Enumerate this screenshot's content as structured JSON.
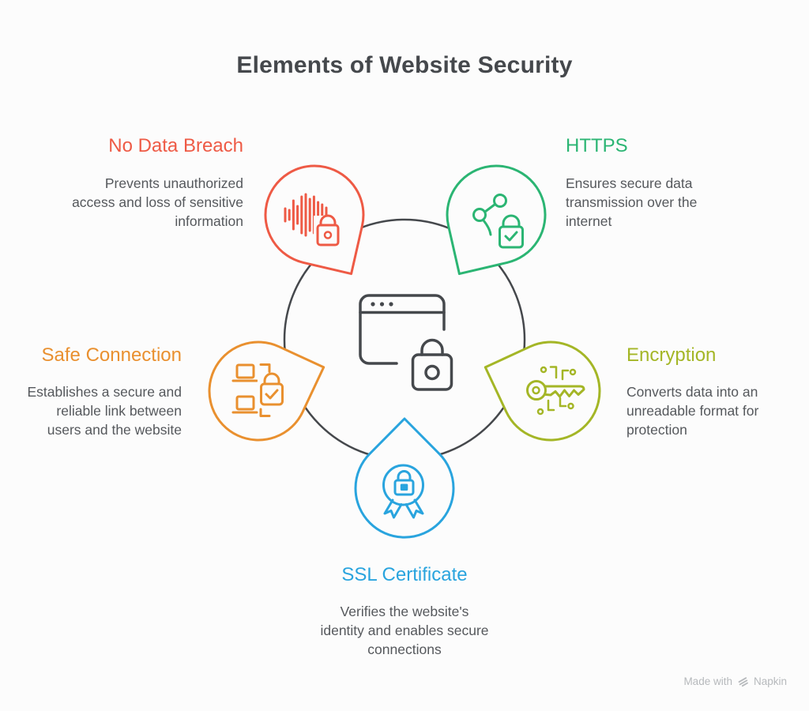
{
  "title": "Elements of Website Security",
  "colors": {
    "background": "#fcfcfc",
    "dark": "#45484c",
    "text": "#55585c",
    "muted": "#b6b9bc",
    "red": "#ee5a45",
    "green": "#2bb573",
    "orange": "#e9902f",
    "olive": "#a4b626",
    "blue": "#29a4de"
  },
  "center_icon": "secure-browser-lock-icon",
  "elements": [
    {
      "id": "no-data-breach",
      "label": "No Data Breach",
      "description": "Prevents unauthorized access and loss of sensitive information",
      "color": "#ee5a45",
      "icon": "waveform-lock-icon",
      "position": "top-left"
    },
    {
      "id": "https",
      "label": "HTTPS",
      "description": "Ensures secure data transmission over the internet",
      "color": "#2bb573",
      "icon": "share-lock-icon",
      "position": "top-right"
    },
    {
      "id": "safe-connection",
      "label": "Safe Connection",
      "description": "Establishes a secure and reliable link between users and the website",
      "color": "#e9902f",
      "icon": "devices-lock-icon",
      "position": "left"
    },
    {
      "id": "encryption",
      "label": "Encryption",
      "description": "Converts data into an unreadable format for protection",
      "color": "#a4b626",
      "icon": "key-circuit-icon",
      "position": "right"
    },
    {
      "id": "ssl-certificate",
      "label": "SSL Certificate",
      "description": "Verifies the website's identity and enables secure connections",
      "color": "#29a4de",
      "icon": "badge-lock-icon",
      "position": "bottom"
    }
  ],
  "watermark": {
    "prefix": "Made with",
    "brand": "Napkin"
  }
}
